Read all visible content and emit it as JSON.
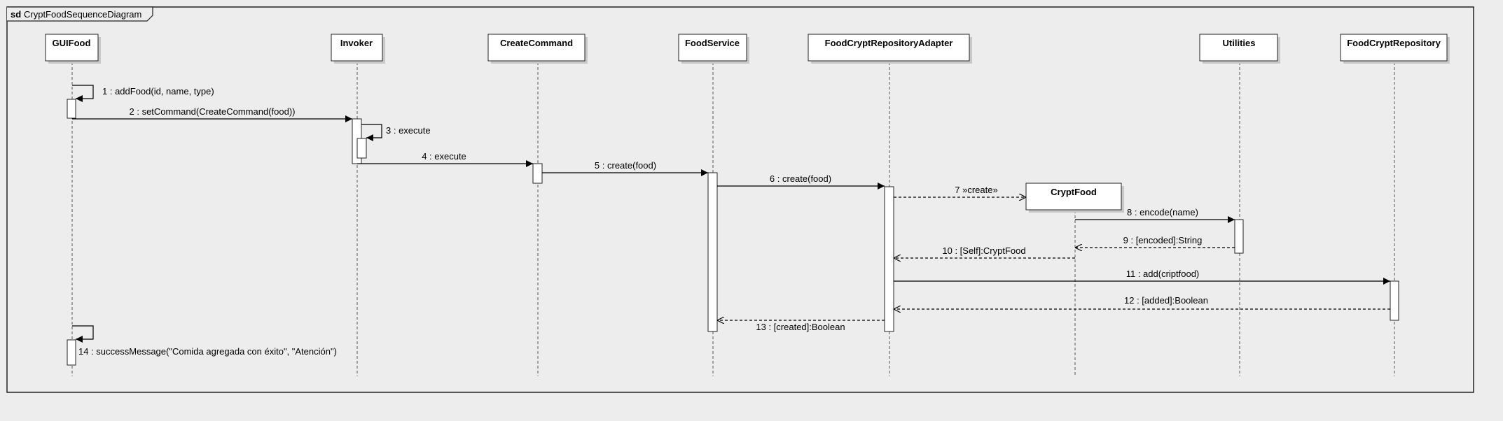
{
  "frame": {
    "keyword": "sd",
    "name": "CryptFoodSequenceDiagram"
  },
  "participants": [
    {
      "id": "gui",
      "name": "GUIFood"
    },
    {
      "id": "inv",
      "name": "Invoker"
    },
    {
      "id": "cc",
      "name": "CreateCommand"
    },
    {
      "id": "fs",
      "name": "FoodService"
    },
    {
      "id": "fcra",
      "name": "FoodCryptRepositoryAdapter"
    },
    {
      "id": "util",
      "name": "Utilities"
    },
    {
      "id": "fcr",
      "name": "FoodCryptRepository"
    },
    {
      "id": "cf",
      "name": "CryptFood"
    }
  ],
  "messages": [
    {
      "label": "1 : addFood(id, name, type)",
      "from": "GUIFood",
      "to": "GUIFood",
      "kind": "self"
    },
    {
      "label": "2 : setCommand(CreateCommand(food))",
      "from": "GUIFood",
      "to": "Invoker",
      "kind": "sync"
    },
    {
      "label": "3 : execute",
      "from": "Invoker",
      "to": "Invoker",
      "kind": "self"
    },
    {
      "label": "4 : execute",
      "from": "Invoker",
      "to": "CreateCommand",
      "kind": "sync"
    },
    {
      "label": "5 : create(food)",
      "from": "CreateCommand",
      "to": "FoodService",
      "kind": "sync"
    },
    {
      "label": "6 : create(food)",
      "from": "FoodService",
      "to": "FoodCryptRepositoryAdapter",
      "kind": "sync"
    },
    {
      "label": "7 »create»",
      "from": "FoodCryptRepositoryAdapter",
      "to": "CryptFood",
      "kind": "create"
    },
    {
      "label": "8 : encode(name)",
      "from": "CryptFood",
      "to": "Utilities",
      "kind": "sync"
    },
    {
      "label": "9 : [encoded]:String",
      "from": "Utilities",
      "to": "CryptFood",
      "kind": "reply"
    },
    {
      "label": "10 : [Self]:CryptFood",
      "from": "CryptFood",
      "to": "FoodCryptRepositoryAdapter",
      "kind": "reply"
    },
    {
      "label": "11 : add(criptfood)",
      "from": "FoodCryptRepositoryAdapter",
      "to": "FoodCryptRepository",
      "kind": "sync"
    },
    {
      "label": "12 : [added]:Boolean",
      "from": "FoodCryptRepository",
      "to": "FoodCryptRepositoryAdapter",
      "kind": "reply"
    },
    {
      "label": "13 : [created]:Boolean",
      "from": "FoodCryptRepositoryAdapter",
      "to": "FoodService",
      "kind": "reply"
    },
    {
      "label": "14 : successMessage(\"Comida agregada con éxito\", \"Atención\")",
      "from": "GUIFood",
      "to": "GUIFood",
      "kind": "self"
    }
  ]
}
